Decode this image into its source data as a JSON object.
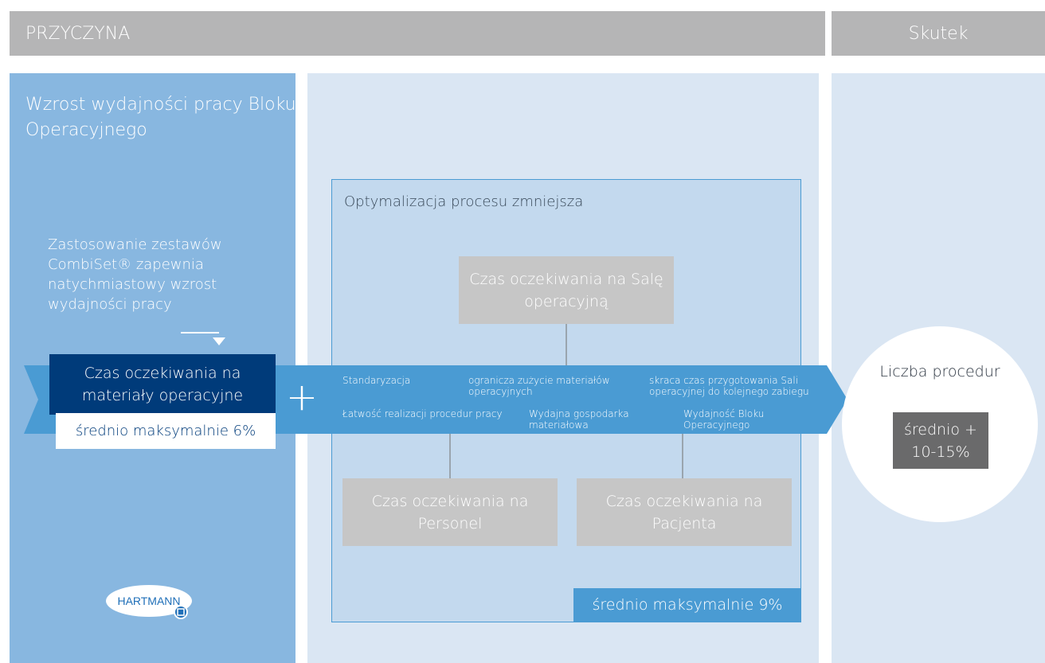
{
  "header": {
    "cause": "PRZYCZYNA",
    "effect": "Skutek"
  },
  "left_panel": {
    "title": "Wzrost wydajności pracy Bloku Operacyjnego",
    "description": "Zastosowanie zestawów CombiSet® zapewnia natychmiastowy wzrost wydajności pracy",
    "box_label": "Czas oczekiwania na materiały operacyjne",
    "box_value": "średnio maksymalnie 6%"
  },
  "plus": "+",
  "middle_panel": {
    "title": "Optymalizacja procesu zmniejsza",
    "boxes": {
      "sala": "Czas oczekiwania na Salę operacyjną",
      "personel": "Czas oczekiwania na Personel",
      "pacjent": "Czas oczekiwania na Pacjenta"
    },
    "arrow_labels": {
      "standaryzacja": "Standaryzacja",
      "ogranicza": "ogranicza zużycie materiałów operacyjnych",
      "skraca": "skraca czas przygotowania Sali operacyjnej do kolejnego zabiegu",
      "latwosc": "Łatwość realizacji procedur pracy",
      "gospodarka": "Wydajna gospodarka materiałowa",
      "wydajnosc": "Wydajność Bloku Operacyjnego"
    },
    "value": "średnio maksymalnie 9%"
  },
  "right_panel": {
    "label": "Liczba procedur",
    "value": "średnio + 10-15%"
  },
  "logo": {
    "text": "HARTMANN"
  },
  "colors": {
    "header_bg": "#b5b5b6",
    "left_panel_bg": "#88b7e0",
    "panel_bg": "#dae6f3",
    "arrow": "#4a9bd3",
    "dark_navy": "#003b7a",
    "grey_box": "#c6c6c6",
    "dark_grey": "#6a6a6b"
  }
}
